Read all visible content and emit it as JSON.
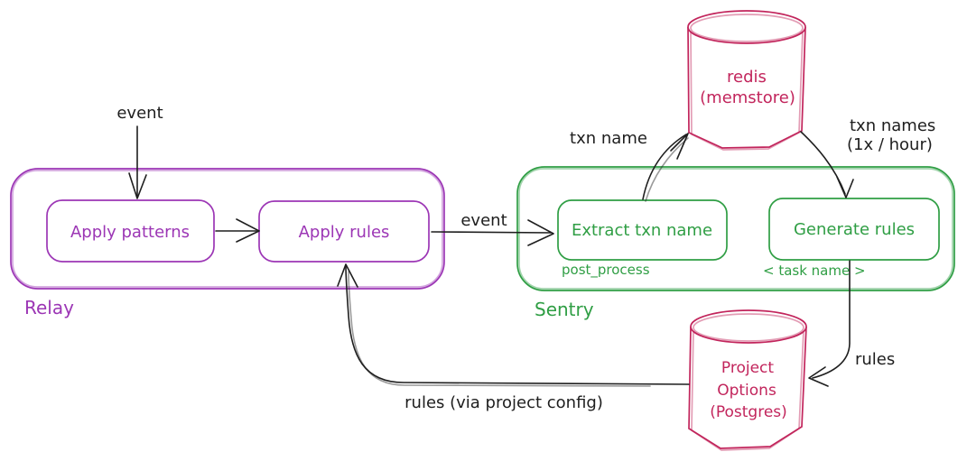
{
  "diagram": {
    "relay": {
      "label": "Relay",
      "apply_patterns": "Apply patterns",
      "apply_rules": "Apply rules"
    },
    "sentry": {
      "label": "Sentry",
      "extract_txn_name": "Extract txn name",
      "extract_sublabel": "post_process",
      "generate_rules": "Generate rules",
      "generate_sublabel": "< task name >"
    },
    "redis": {
      "line1": "redis",
      "line2": "(memstore)"
    },
    "project_options": {
      "line1": "Project",
      "line2": "Options",
      "line3": "(Postgres)"
    },
    "edges": {
      "event_in": "event",
      "event_to_sentry": "event",
      "txn_name": "txn name",
      "txn_names_1": "txn names",
      "txn_names_2": "(1x / hour)",
      "rules": "rules",
      "rules_via_project_config": "rules (via project config)"
    }
  },
  "colors": {
    "relay": "#9c36b5",
    "sentry": "#2f9e44",
    "datastore": "#c2255c",
    "arrow": "#1e1e1e",
    "background": "#ffffff"
  }
}
